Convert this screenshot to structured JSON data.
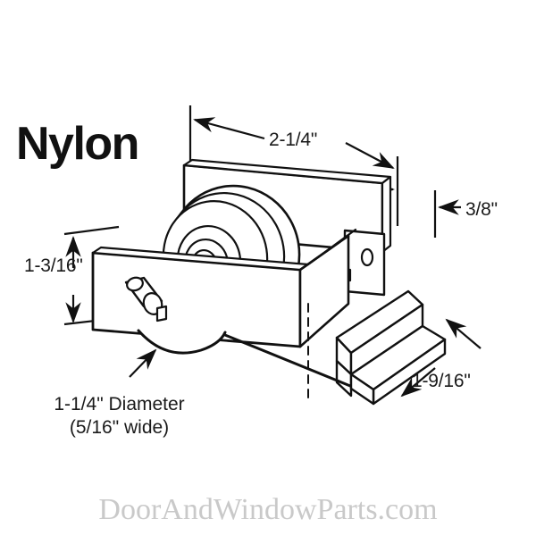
{
  "document": {
    "type": "technical-dimension-drawing",
    "subject": "sliding door roller assembly",
    "background_color": "#ffffff",
    "line_color": "#111111"
  },
  "title": {
    "text": "Nylon"
  },
  "dimensions": {
    "top_width": "2-1/4\"",
    "right_thickness": "3/8\"",
    "left_height": "1-3/16\"",
    "lower_right_length": "1-9/16\""
  },
  "caption": {
    "line1": "1-1/4\" Diameter",
    "line2": "(5/16\" wide)"
  },
  "watermark": {
    "text": "DoorAndWindowParts.com",
    "color": "#c9c9c9"
  }
}
